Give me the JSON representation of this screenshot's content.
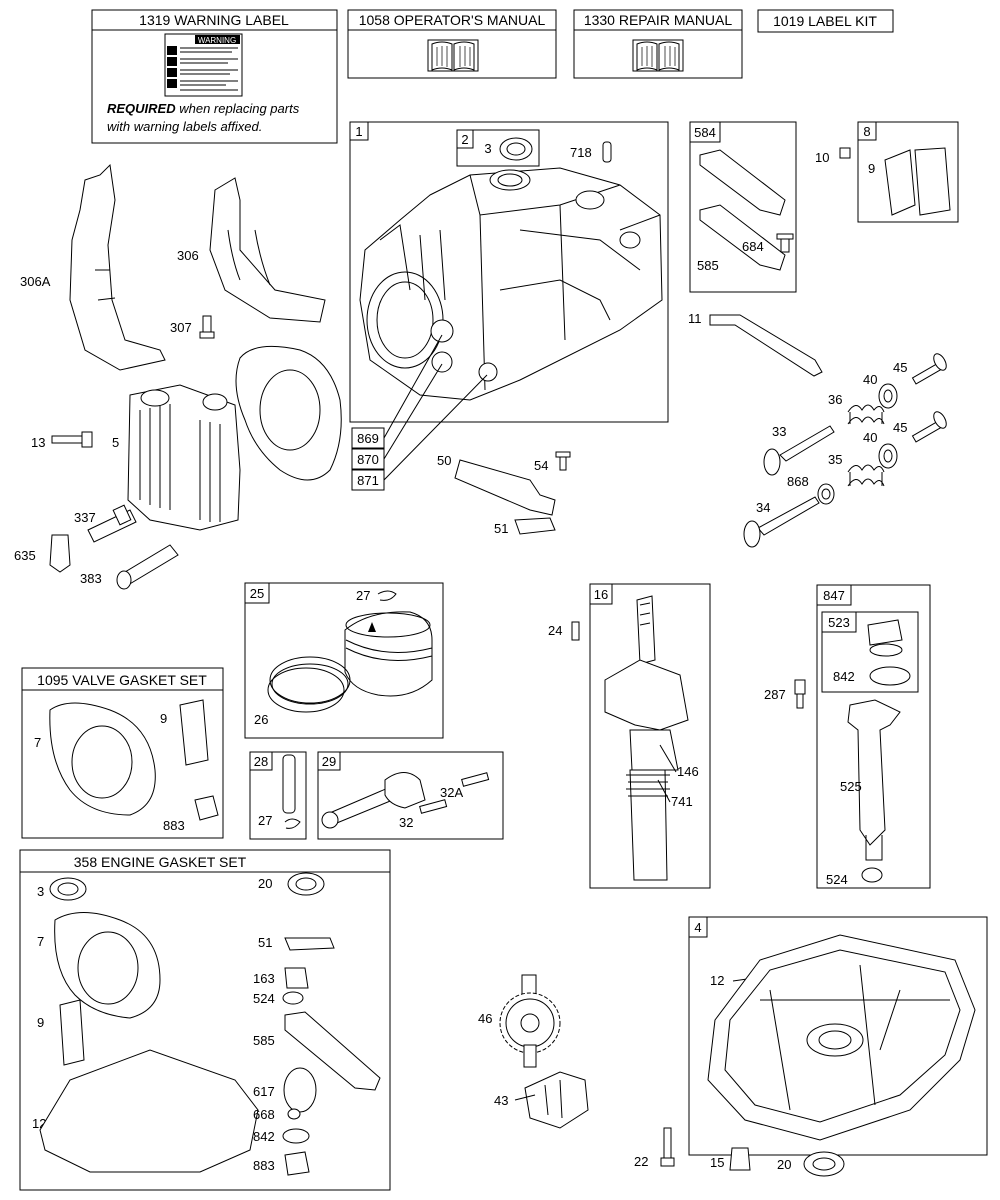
{
  "kits": {
    "warning_label": "1319 WARNING LABEL",
    "operators_manual": "1058 OPERATOR'S MANUAL",
    "repair_manual": "1330 REPAIR MANUAL",
    "label_kit": "1019 LABEL KIT",
    "warning_badge": "WARNING",
    "required_bold": "REQUIRED",
    "required_rest": " when replacing parts",
    "required_line2": "with warning labels affixed.",
    "valve_gasket_set": "1095 VALVE GASKET SET",
    "engine_gasket_set": "358 ENGINE GASKET SET"
  },
  "callouts": {
    "c1": "1",
    "c2": "2",
    "c3": "3",
    "c718": "718",
    "c584": "584",
    "c585": "585",
    "c8": "8",
    "c10": "10",
    "c9": "9",
    "c684": "684",
    "c306A": "306A",
    "c306": "306",
    "c307": "307",
    "c7": "7",
    "c13": "13",
    "c5": "5",
    "c337": "337",
    "c635": "635",
    "c383": "383",
    "c869": "869",
    "c870": "870",
    "c871": "871",
    "c50": "50",
    "c54": "54",
    "c51": "51",
    "c11": "11",
    "c40a": "40",
    "c45a": "45",
    "c36": "36",
    "c33": "33",
    "c40b": "40",
    "c45b": "45",
    "c35": "35",
    "c868": "868",
    "c34": "34",
    "c25": "25",
    "c27a": "27",
    "c26": "26",
    "c28": "28",
    "c27b": "27",
    "c29": "29",
    "c32A": "32A",
    "c32": "32",
    "c16": "16",
    "c24": "24",
    "c146": "146",
    "c741": "741",
    "c847": "847",
    "c523": "523",
    "c842a": "842",
    "c287": "287",
    "c525": "525",
    "c524a": "524",
    "vg7": "7",
    "vg9": "9",
    "vg883": "883",
    "eg3": "3",
    "eg7": "7",
    "eg9": "9",
    "eg12": "12",
    "eg20": "20",
    "eg51": "51",
    "eg163": "163",
    "eg524": "524",
    "eg585": "585",
    "eg617": "617",
    "eg668": "668",
    "eg842": "842",
    "eg883": "883",
    "c46": "46",
    "c43": "43",
    "c22": "22",
    "c4": "4",
    "c12": "12",
    "c15": "15",
    "c20": "20"
  }
}
